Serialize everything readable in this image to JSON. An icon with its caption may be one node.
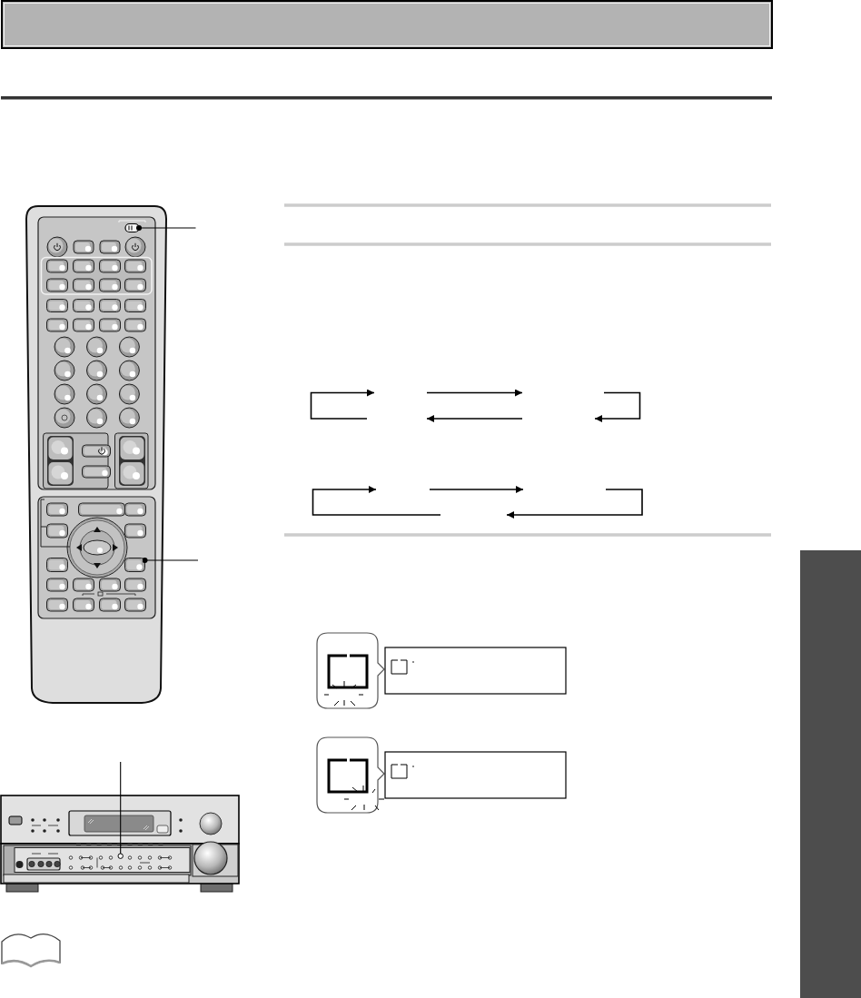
{
  "diagram": {
    "nodes": [
      {
        "text": [],
        "shape": "box"
      },
      {
        "text": [],
        "shape": "box"
      },
      {
        "text": [],
        "shape": "circle"
      },
      {
        "text": [],
        "shape": "bar"
      }
    ],
    "edges": [
      {
        "from": null,
        "to": 0,
        "arrow": "other"
      },
      {
        "from": null,
        "to": 1,
        "arrow": "other"
      },
      {
        "from": null,
        "to": 2,
        "arrow": "none"
      }
    ]
  }
}
